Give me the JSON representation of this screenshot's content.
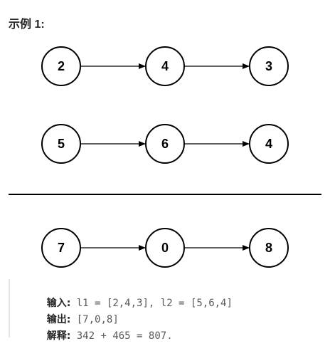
{
  "heading": "示例 1:",
  "diagram": {
    "rows": [
      {
        "nodes": [
          "2",
          "4",
          "3"
        ]
      },
      {
        "nodes": [
          "5",
          "6",
          "4"
        ]
      },
      {
        "nodes": [
          "7",
          "0",
          "8"
        ]
      }
    ]
  },
  "explanation": {
    "input_label": "输入:",
    "input_value": " l1 = [2,4,3], l2 = [5,6,4]",
    "output_label": "输出:",
    "output_value": " [7,0,8]",
    "explain_label": "解释:",
    "explain_value": " 342 + 465 = 807."
  }
}
